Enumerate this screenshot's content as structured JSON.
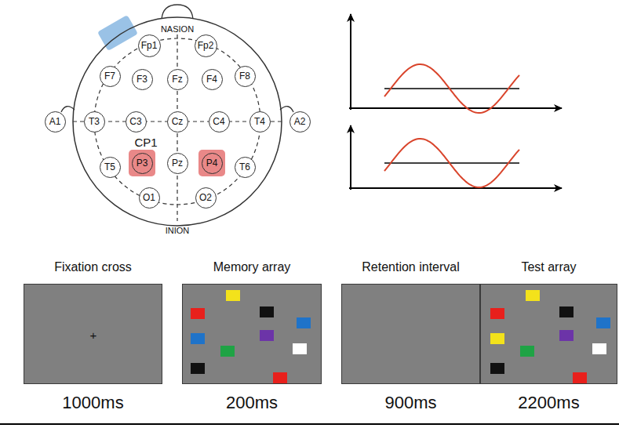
{
  "diagram": {
    "nodes": [
      {
        "text": [
          "Fp1"
        ]
      },
      {
        "text": [
          "Fp2"
        ]
      },
      {
        "text": [
          "F7"
        ]
      },
      {
        "text": [
          "F3"
        ]
      },
      {
        "text": [
          "Fz"
        ]
      },
      {
        "text": [
          "F4"
        ]
      },
      {
        "text": [
          "F8"
        ]
      },
      {
        "text": [
          "A1"
        ]
      },
      {
        "text": [
          "T3"
        ]
      },
      {
        "text": [
          "C3"
        ]
      },
      {
        "text": [
          "Cz"
        ]
      },
      {
        "text": [
          "C4"
        ]
      },
      {
        "text": [
          "T4"
        ]
      },
      {
        "text": [
          "A2"
        ]
      },
      {
        "text": [
          "T5"
        ]
      },
      {
        "text": [
          "P3"
        ]
      },
      {
        "text": [
          "Pz"
        ]
      },
      {
        "text": [
          "P4"
        ]
      },
      {
        "text": [
          "T6"
        ]
      },
      {
        "text": [
          "O1"
        ]
      },
      {
        "text": [
          "O2"
        ]
      },
      {
        "text": [
          "Fixation cross",
          "1000ms"
        ]
      },
      {
        "text": [
          "Memory array",
          "200ms"
        ]
      },
      {
        "text": [
          "Retention interval",
          "900ms"
        ]
      },
      {
        "text": [
          "Test array",
          "2200ms"
        ]
      }
    ],
    "labels": [
      "NASION",
      "CP1",
      "INION",
      "+"
    ]
  }
}
